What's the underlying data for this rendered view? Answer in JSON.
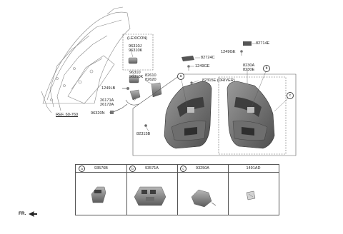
{
  "labels": {
    "lexicon": "(LEXICON)",
    "p_96310J_96310K": [
      "96310J",
      "96310K"
    ],
    "p_96310_96310K": [
      "96310",
      "96310K"
    ],
    "p_82610_82620": [
      "82610",
      "82620"
    ],
    "p_1249LB": "1249LB",
    "p_26171A_26172A": [
      "26171A",
      "26172A"
    ],
    "p_96320N": "96320N",
    "ref": "REF. 60-760",
    "p_82724C": "82724C",
    "p_1249GE_mid": "1249GE",
    "p_1249GE_top": "1249GE",
    "p_82714E": "82714E",
    "p_82315E_driver": "82315E (DRIVER)",
    "p_8230A_8230E": [
      "8230A",
      "8230E"
    ],
    "p_82315B": "82315B",
    "fr": "FR."
  },
  "callouts": {
    "a": "a",
    "b": "b",
    "c": "c"
  },
  "table": {
    "columns": [
      {
        "callout": "a",
        "part": "93576B"
      },
      {
        "callout": "b",
        "part": "93571A"
      },
      {
        "callout": "c",
        "part": "93250A"
      },
      {
        "callout": "",
        "part": "1491AD"
      }
    ]
  },
  "colors": {
    "line": "#444444",
    "part_dark": "#5a5a5a",
    "part_mid": "#8a8a8a",
    "part_light": "#c8c8c8"
  }
}
